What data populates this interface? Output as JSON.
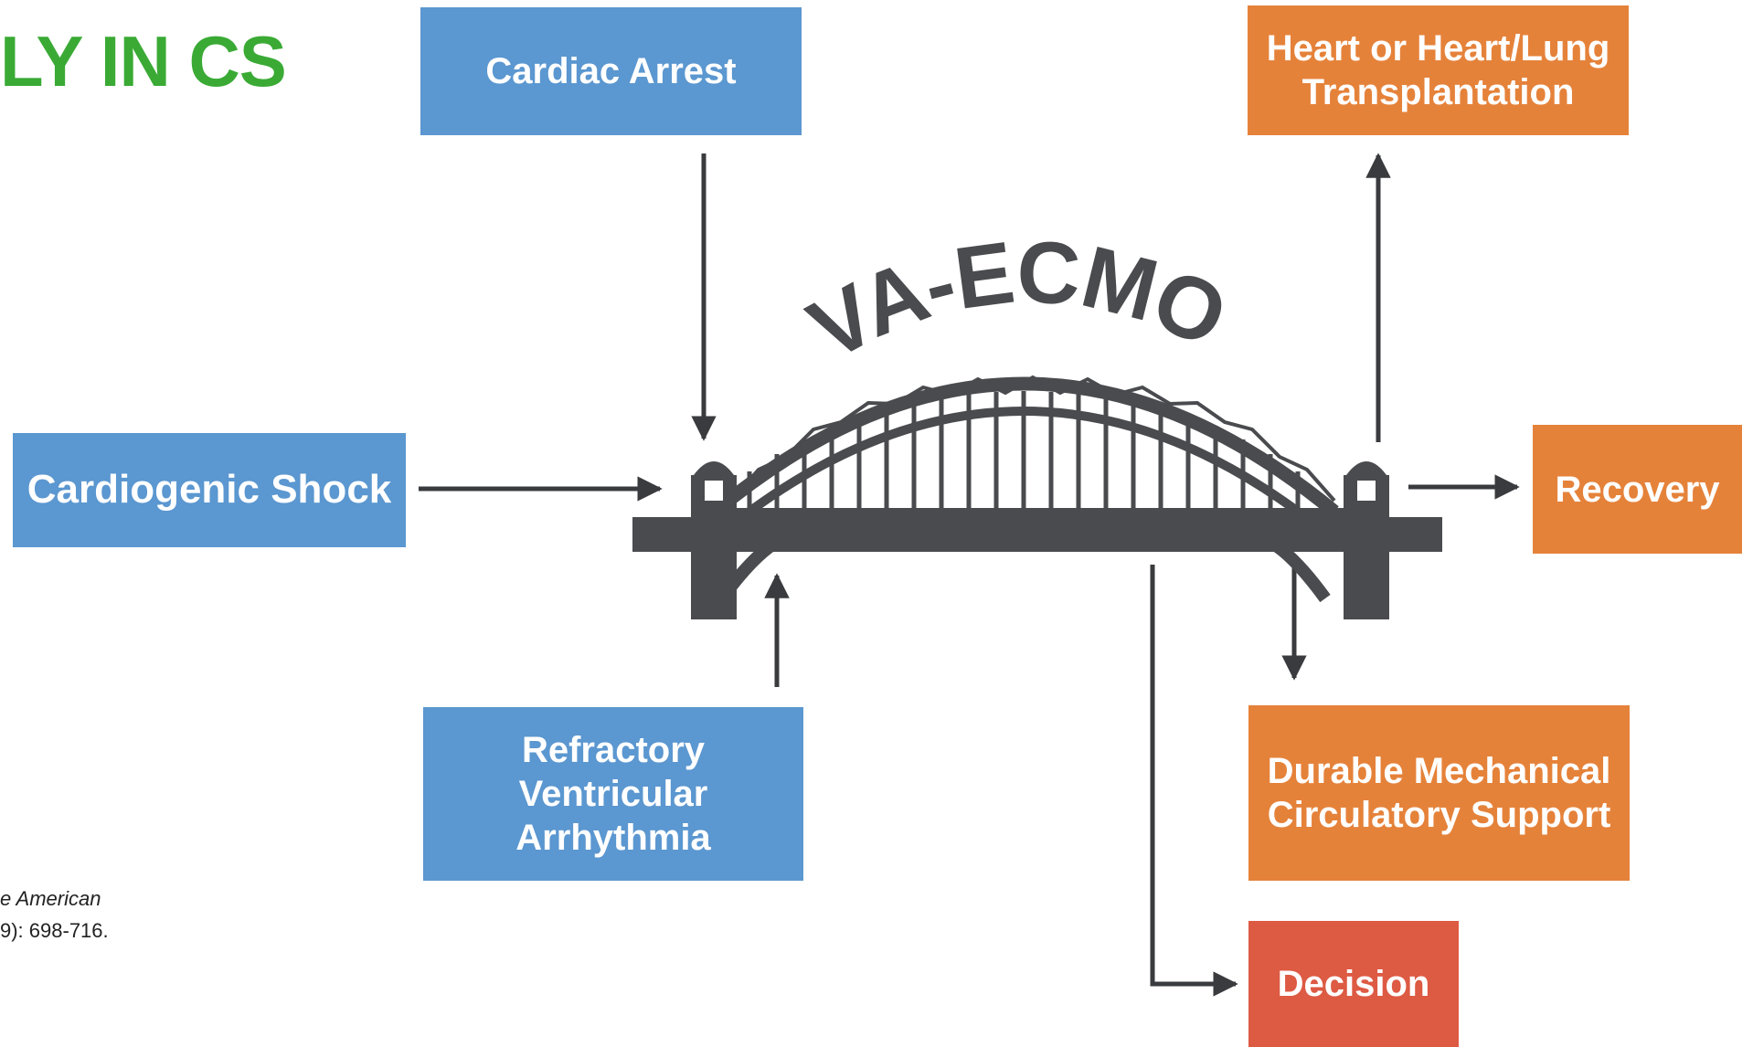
{
  "heading": "LY IN CS",
  "bridge_label": "VA-ECMO",
  "inputs": {
    "cardiac_arrest": "Cardiac Arrest",
    "cardiogenic_shock": "Cardiogenic Shock",
    "rva_line1": "Refractory Ventricular",
    "rva_line2": "Arrhythmia"
  },
  "outcomes": {
    "transplant_line1": "Heart or Heart/Lung",
    "transplant_line2": "Transplantation",
    "recovery": "Recovery",
    "dmcs_line1": "Durable Mechanical",
    "dmcs_line2": "Circulatory Support",
    "decision": "Decision"
  },
  "citation": {
    "line1": "e American",
    "line2": "9): 698-716."
  },
  "colors": {
    "input_blue": "#5b97d0",
    "outcome_orange": "#e5823a",
    "decision_red": "#dd5a43",
    "bridge_gray": "#4a4b4e",
    "heading_green": "#3aaa35"
  }
}
